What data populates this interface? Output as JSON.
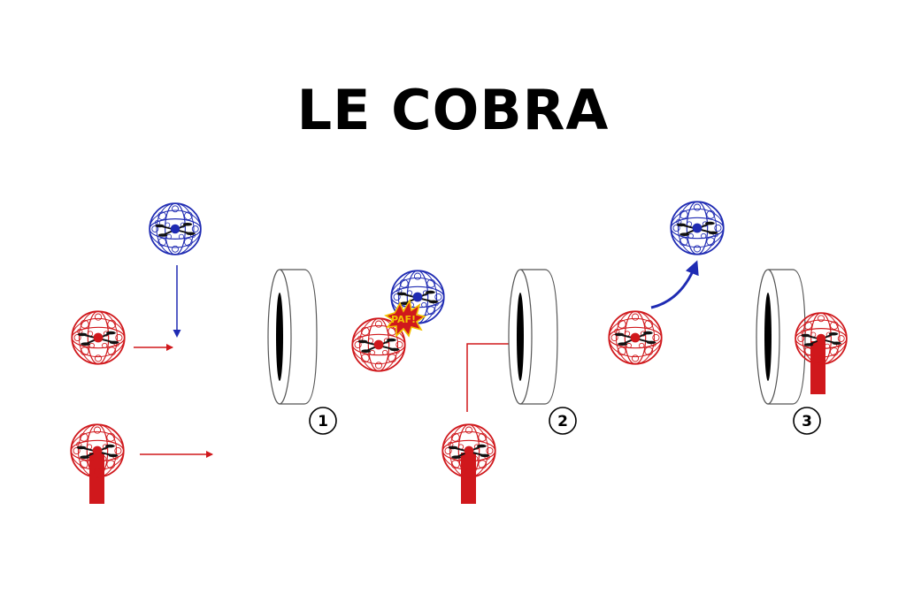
{
  "title": "LE COBRA",
  "steps": [
    {
      "number": "1"
    },
    {
      "number": "2"
    },
    {
      "number": "3"
    }
  ],
  "impact_text": "PAF!",
  "colors": {
    "red": "#d0181c",
    "blue": "#1f2bb3",
    "ring_stroke": "#555555",
    "ring_hole": "#000000"
  }
}
